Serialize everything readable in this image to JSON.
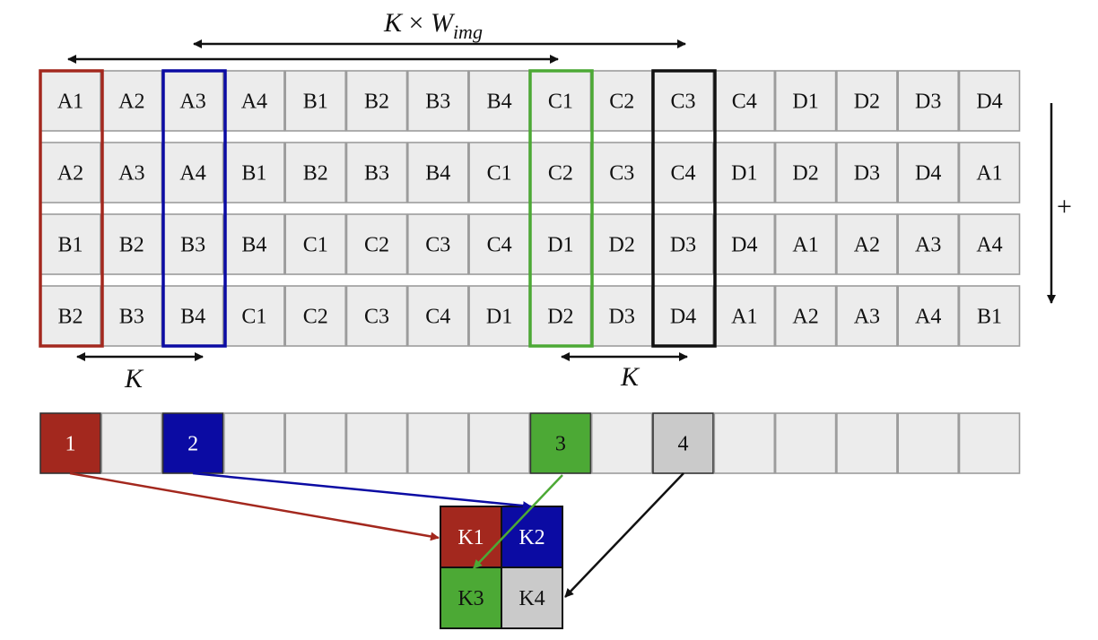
{
  "title": {
    "k": "K",
    "times": " × ",
    "w": "W",
    "w_sub": "img"
  },
  "side_sign": "+",
  "k_label_left": "K",
  "k_label_right": "K",
  "rows": [
    [
      "A1",
      "A2",
      "A3",
      "A4",
      "B1",
      "B2",
      "B3",
      "B4",
      "C1",
      "C2",
      "C3",
      "C4",
      "D1",
      "D2",
      "D3",
      "D4"
    ],
    [
      "A2",
      "A3",
      "A4",
      "B1",
      "B2",
      "B3",
      "B4",
      "C1",
      "C2",
      "C3",
      "C4",
      "D1",
      "D2",
      "D3",
      "D4",
      "A1"
    ],
    [
      "B1",
      "B2",
      "B3",
      "B4",
      "C1",
      "C2",
      "C3",
      "C4",
      "D1",
      "D2",
      "D3",
      "D4",
      "A1",
      "A2",
      "A3",
      "A4"
    ],
    [
      "B2",
      "B3",
      "B4",
      "C1",
      "C2",
      "C3",
      "C4",
      "D1",
      "D2",
      "D3",
      "D4",
      "A1",
      "A2",
      "A3",
      "A4",
      "B1"
    ]
  ],
  "slots": [
    {
      "index": 0,
      "label": "1",
      "color": "#a3281e",
      "text_color": "#ffffff"
    },
    {
      "index": 2,
      "label": "2",
      "color": "#0b0ba3",
      "text_color": "#ffffff"
    },
    {
      "index": 8,
      "label": "3",
      "color": "#4ca935",
      "text_color": "#111111"
    },
    {
      "index": 10,
      "label": "4",
      "color": "#cacaca",
      "text_color": "#111111"
    }
  ],
  "kernel": [
    {
      "label": "K1",
      "color": "#a3281e",
      "text_color": "#ffffff"
    },
    {
      "label": "K2",
      "color": "#0b0ba3",
      "text_color": "#ffffff"
    },
    {
      "label": "K3",
      "color": "#4ca935",
      "text_color": "#111111"
    },
    {
      "label": "K4",
      "color": "#cacaca",
      "text_color": "#111111"
    }
  ],
  "highlight_colors": {
    "red": "#a3281e",
    "blue": "#0b0ba3",
    "green": "#4ca935",
    "black": "#111111"
  }
}
